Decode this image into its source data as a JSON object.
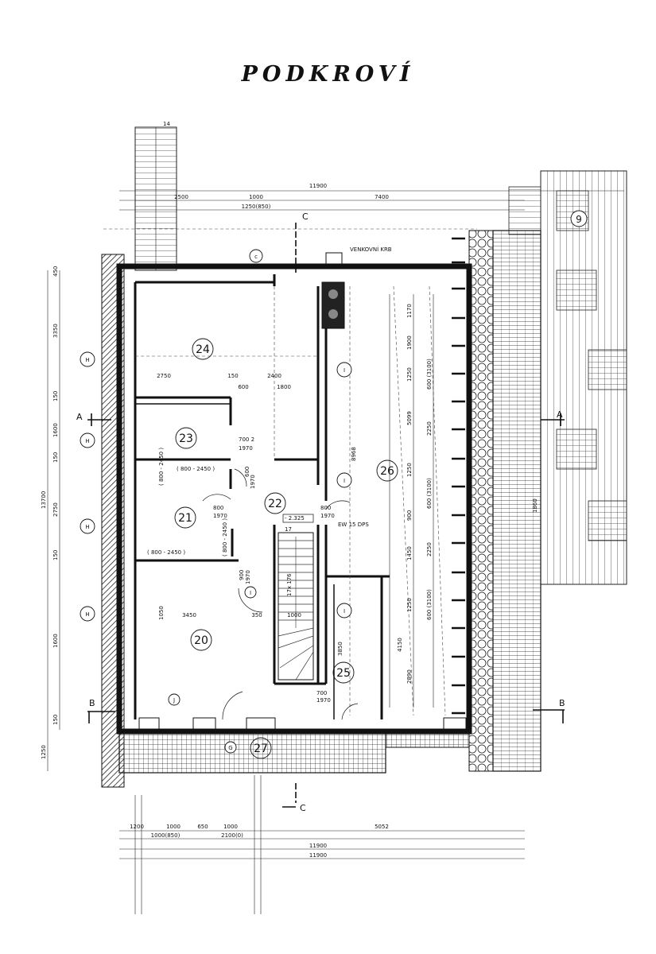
{
  "title": "PODKROVÍ",
  "rooms": {
    "r20": "20",
    "r21": "21",
    "r22": "22",
    "r23": "23",
    "r24": "24",
    "r25": "25",
    "r26": "26",
    "r27": "27",
    "r9": "9"
  },
  "section_marks": {
    "a_left": "A",
    "a_right": "A",
    "b_left": "B",
    "b_right": "B",
    "c_top": "C",
    "c_bottom": "C"
  },
  "labels": {
    "venkovni_krb": "VENKOVNÍ KRB",
    "ew": "EW 15 DPS",
    "level": "- 2.325",
    "stair_num": "17",
    "stair_label": "17x 176",
    "door_700_a": "700 2",
    "door_1970_a": "1970",
    "door_600_a": "600",
    "door_1970_b": "1970",
    "door_800_a": "800",
    "door_1970_c": "1970",
    "door_800_b": "800",
    "door_1970_d": "1970",
    "door_700_b": "700",
    "door_1970_e": "1970",
    "door_900": "900",
    "door_1970_f": "1970",
    "sill_a": "( 800 - 2450 )",
    "sill_b": "( 800 - 2450 )",
    "sill_c": "( 800 - 2450 )",
    "sill_d": "( 800 - 2450 )",
    "circle_c": "c",
    "circle_g": "G",
    "circle_j": "J",
    "marker_h": [
      "H",
      "H",
      "H",
      "H"
    ],
    "marker_i": [
      "I",
      "I",
      "I",
      "I"
    ],
    "top_num": "14"
  },
  "dimensions": {
    "top_total": "11900",
    "top_a": "2500",
    "top_b": "1000",
    "top_c": "7400",
    "top_d": "1250(850)",
    "left": [
      "450",
      "3350",
      "150",
      "1600",
      "150",
      "2750",
      "150",
      "1600",
      "150"
    ],
    "left_total": "13700",
    "left_bottom": "1250",
    "inner_a": [
      "2750",
      "150",
      "2400"
    ],
    "inner_b": [
      "600",
      "1800"
    ],
    "inner_c": [
      "3450",
      "350",
      "1000"
    ],
    "room20_v": "1050",
    "room25_v": "3850",
    "right_a": [
      "1170",
      "1900",
      "1250",
      "600 (3100)",
      "5099",
      "2250",
      "1250",
      "600 (3100)",
      "900",
      "1450",
      "2250",
      "1250",
      "600 (3100)",
      "4150",
      "2890"
    ],
    "right_b": "8968",
    "right_c": "1860",
    "bottom_a": [
      "1200",
      "1000",
      "650",
      "1000",
      "5052"
    ],
    "bottom_b": [
      "1000(850)",
      "2100(0)"
    ],
    "bottom_total_a": "11900",
    "bottom_total_b": "11900"
  }
}
